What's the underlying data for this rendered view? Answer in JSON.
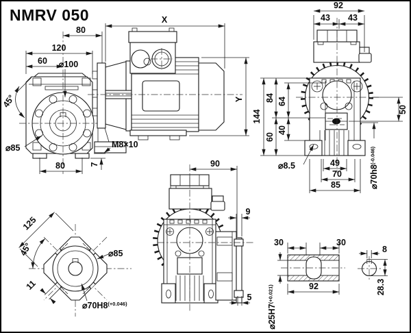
{
  "title": "NMRV 050",
  "front": {
    "d80_top": "80",
    "d120": "120",
    "d60": "60",
    "dia100": "⌀100",
    "a45": "45°",
    "dia85": "⌀85",
    "d80_bottom": "80",
    "d7": "7"
  },
  "side": {
    "dx": "X",
    "dy": "Y",
    "thread": "M8×10"
  },
  "rear": {
    "d92": "92",
    "d43a": "43",
    "d43b": "43",
    "d144": "144",
    "d84": "84",
    "d64": "64",
    "d60": "60",
    "d40": "40",
    "d50": "50",
    "dia8_5": "⌀8.5",
    "d49": "49",
    "d70": "70",
    "d85": "85",
    "dia70h8": "⌀70h8",
    "dia70h8_tol": "(-0.046)"
  },
  "flange": {
    "d125": "125",
    "a45": "45°",
    "d11": "11",
    "dia85": "⌀85",
    "dia70H8": "⌀70H8",
    "dia70H8_tol": "(+0.046)"
  },
  "output": {
    "d90": "90",
    "d9": "9",
    "d5": "5"
  },
  "shaft": {
    "d30a": "30",
    "d30b": "30",
    "d92": "92",
    "dia25H7": "⌀25H7",
    "dia25H7_tol": "(+0.021)",
    "d8": "8",
    "d28": "28.3"
  }
}
